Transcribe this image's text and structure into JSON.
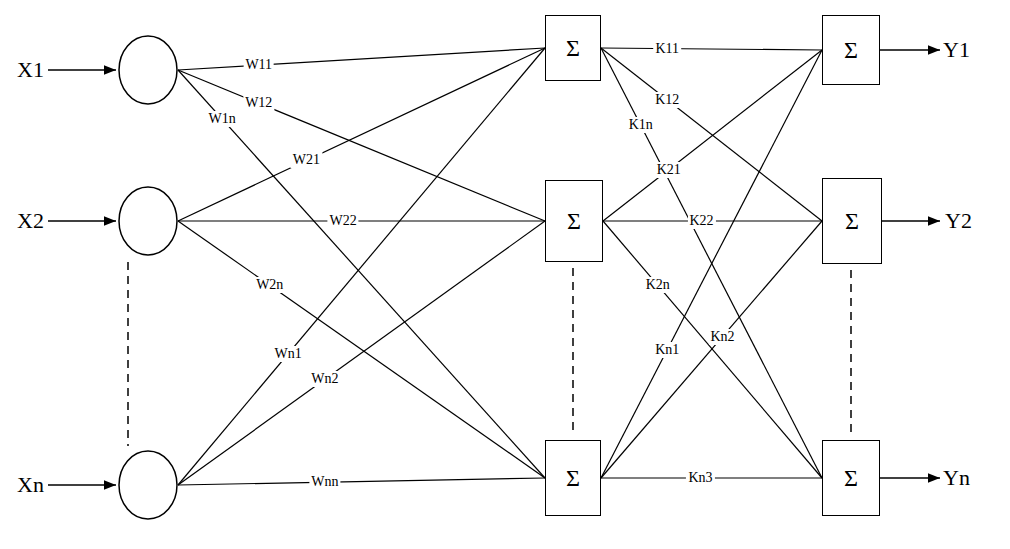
{
  "diagram": {
    "nodes": [
      {
        "text": [
          "X1"
        ]
      },
      {
        "text": [
          "X2"
        ]
      },
      {
        "text": [
          "Xn"
        ]
      },
      {
        "text": [
          "Σ"
        ]
      },
      {
        "text": [
          "Σ"
        ]
      },
      {
        "text": [
          "Σ"
        ]
      },
      {
        "text": [
          "Σ",
          "Y1"
        ]
      },
      {
        "text": [
          "Σ",
          "Y2"
        ]
      },
      {
        "text": [
          "Σ",
          "Yn"
        ]
      }
    ],
    "edges": [
      {
        "from": 0,
        "to": 3,
        "arrow": "none",
        "label": "W11"
      },
      {
        "from": 0,
        "to": 4,
        "arrow": "none",
        "label": "W12"
      },
      {
        "from": 0,
        "to": 5,
        "arrow": "none",
        "label": "W1n"
      },
      {
        "from": 1,
        "to": 3,
        "arrow": "none",
        "label": "W21"
      },
      {
        "from": 1,
        "to": 4,
        "arrow": "none",
        "label": "W22"
      },
      {
        "from": 1,
        "to": 5,
        "arrow": "none",
        "label": "W2n"
      },
      {
        "from": 2,
        "to": 3,
        "arrow": "none",
        "label": "Wn1"
      },
      {
        "from": 2,
        "to": 4,
        "arrow": "none",
        "label": "Wn2"
      },
      {
        "from": 2,
        "to": 5,
        "arrow": "none",
        "label": "Wnn"
      },
      {
        "from": 3,
        "to": 6,
        "arrow": "none",
        "label": "K11"
      },
      {
        "from": 3,
        "to": 7,
        "arrow": "none",
        "label": "K12"
      },
      {
        "from": 3,
        "to": 8,
        "arrow": "none",
        "label": "K1n"
      },
      {
        "from": 4,
        "to": 6,
        "arrow": "none",
        "label": "K21"
      },
      {
        "from": 4,
        "to": 7,
        "arrow": "none",
        "label": "K22"
      },
      {
        "from": 4,
        "to": 8,
        "arrow": "none",
        "label": "K2n"
      },
      {
        "from": 5,
        "to": 6,
        "arrow": "none",
        "label": "Kn1"
      },
      {
        "from": 5,
        "to": 7,
        "arrow": "none",
        "label": "Kn2"
      },
      {
        "from": 5,
        "to": 8,
        "arrow": "none",
        "label": "Kn3"
      }
    ]
  }
}
